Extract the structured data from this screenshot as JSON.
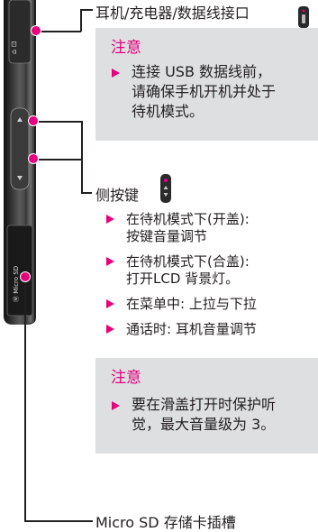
{
  "connector_label": "耳机/充电器/数据线接口",
  "note1": {
    "title": "注意",
    "lines": [
      "连接 USB 数据线前，",
      "请确保手机开机并处于",
      "待机模式。"
    ]
  },
  "side_key_label": "侧按键",
  "side_key_items": [
    {
      "line1": "在待机模式下(开盖):",
      "line2": "按键音量调节"
    },
    {
      "line1": "在待机模式下(合盖):",
      "line2": "打开LCD 背景灯。"
    },
    {
      "line1": "在菜单中: 上拉与下拉",
      "line2": ""
    },
    {
      "line1": "通话时: 耳机音量调节",
      "line2": ""
    }
  ],
  "note2": {
    "title": "注意",
    "lines": [
      "要在滑盖打开时保护听",
      "觉，最大音量级为 3。"
    ]
  },
  "sd_label": "Micro SD 存储卡插槽",
  "colors": {
    "accent": "#e6007e",
    "note_bg": "#dddfe0",
    "text": "#231f20"
  }
}
